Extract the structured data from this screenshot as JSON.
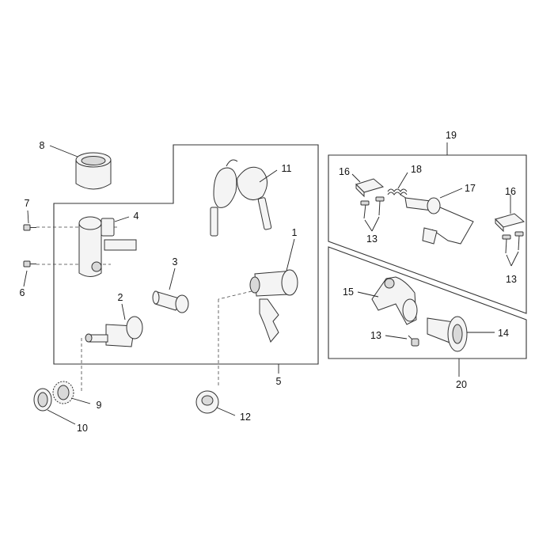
{
  "callouts": {
    "c1": "1",
    "c2": "2",
    "c3": "3",
    "c4": "4",
    "c5": "5",
    "c6": "6",
    "c7": "7",
    "c8": "8",
    "c9": "9",
    "c10": "10",
    "c11": "11",
    "c12": "12",
    "c13a": "13",
    "c13b": "13",
    "c13c": "13",
    "c14": "14",
    "c15": "15",
    "c16a": "16",
    "c16b": "16",
    "c17": "17",
    "c18": "18",
    "c19": "19",
    "c20": "20"
  },
  "colors": {
    "line": "#333333",
    "label": "#111111",
    "background": "#ffffff"
  }
}
